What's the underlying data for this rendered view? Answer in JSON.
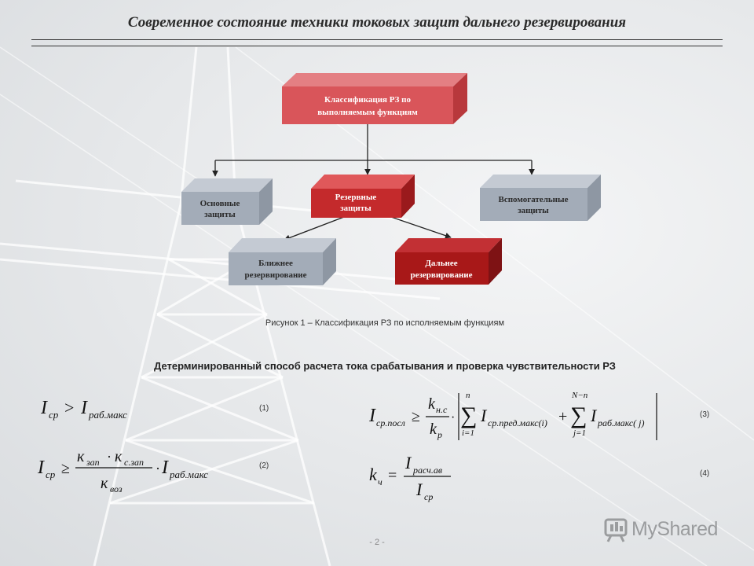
{
  "slide": {
    "title": "Современное состояние техники токовых защит дальнего резервирования",
    "page_number": "- 2 -"
  },
  "diagram": {
    "root": {
      "line1": "Классификация РЗ по",
      "line2": "выполняемым функциям"
    },
    "main": {
      "line1": "Основные",
      "line2": "защиты"
    },
    "backup": {
      "line1": "Резервные",
      "line2": "защиты"
    },
    "aux": {
      "line1": "Вспомогательные",
      "line2": "защиты"
    },
    "near": {
      "line1": "Ближнее",
      "line2": "резервирование"
    },
    "far": {
      "line1": "Дальнее",
      "line2": "резервирование"
    },
    "caption": "Рисунок 1 – Классификация РЗ по исполняемым функциям"
  },
  "section": {
    "subtitle": "Детерминированный способ расчета тока срабатывания и проверка чувствительности РЗ"
  },
  "equations": {
    "eq1": {
      "lhs": "I",
      "lhs_sub": "ср",
      "op": ">",
      "rhs": "I",
      "rhs_sub": "раб.макс",
      "number": "(1)"
    },
    "eq2": {
      "lhs": "I",
      "lhs_sub": "ср",
      "op": "≥",
      "k1": "к",
      "k1_sub": "зап",
      "k2": "к",
      "k2_sub": "с.зап",
      "den": "к",
      "den_sub": "воз",
      "rhs": "I",
      "rhs_sub": "раб.макс",
      "number": "(2)"
    },
    "eq3": {
      "lhs": "I",
      "lhs_sub": "ср.посл",
      "op": "≥",
      "num": "k",
      "num_sub": "н.с",
      "den": "k",
      "den_sub": "р",
      "sum1_top": "n",
      "sum1_bot": "i=1",
      "term1": "I",
      "term1_sub": "ср.пред.макс(i)",
      "sum2_top": "N−n",
      "sum2_bot": "j=1",
      "term2": "I",
      "term2_sub": "раб.макс( j)",
      "number": "(3)"
    },
    "eq4": {
      "lhs": "k",
      "lhs_sub": "ч",
      "op": "=",
      "num": "I",
      "num_sub": "расч.ав",
      "den": "I",
      "den_sub": "ср",
      "number": "(4)"
    }
  },
  "watermark": {
    "brand": "MyShared"
  },
  "colors": {
    "red_light": "#d9555a",
    "red": "#c42a2c",
    "red_dark": "#a81818",
    "gray_box": "#a3acb8",
    "text_dark": "#222222"
  }
}
